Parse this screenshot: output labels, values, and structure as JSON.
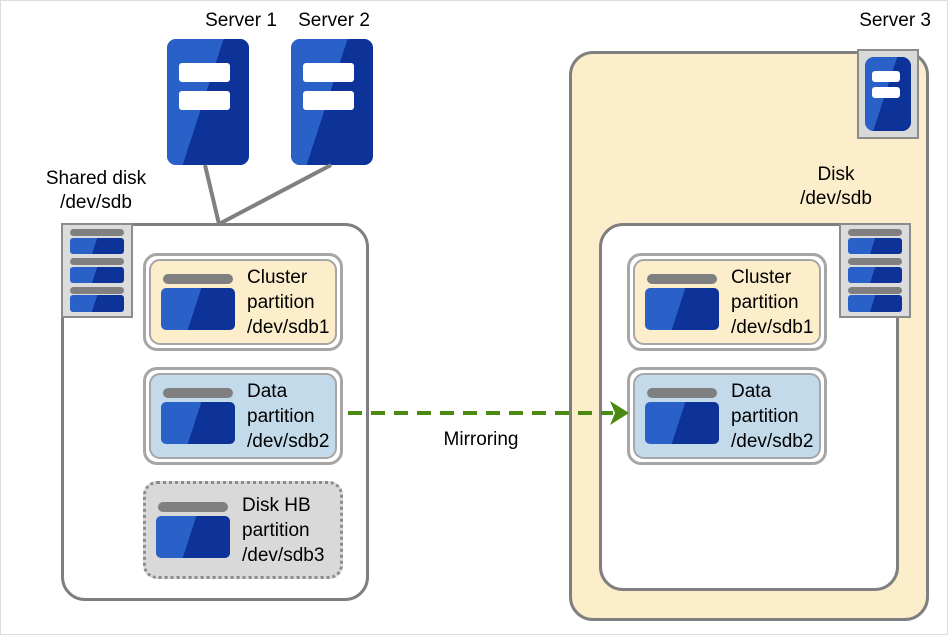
{
  "diagram": {
    "title_labels": {
      "server1": "Server 1",
      "server2": "Server 2",
      "server3": "Server 3"
    },
    "left_disk_label": {
      "line1": "Shared disk",
      "line2": "/dev/sdb"
    },
    "right_disk_label": {
      "line1": "Disk",
      "line2": "/dev/sdb"
    },
    "mirroring_label": "Mirroring",
    "left_partitions": [
      {
        "name": "cluster-partition",
        "line1": "Cluster",
        "line2": "partition",
        "line3": "/dev/sdb1",
        "style": "cream"
      },
      {
        "name": "data-partition",
        "line1": "Data",
        "line2": "partition",
        "line3": "/dev/sdb2",
        "style": "blue"
      },
      {
        "name": "disk-hb-partition",
        "line1": "Disk HB",
        "line2": "partition",
        "line3": "/dev/sdb3",
        "style": "dotted"
      }
    ],
    "right_partitions": [
      {
        "name": "cluster-partition",
        "line1": "Cluster",
        "line2": "partition",
        "line3": "/dev/sdb1",
        "style": "cream"
      },
      {
        "name": "data-partition",
        "line1": "Data",
        "line2": "partition",
        "line3": "/dev/sdb2",
        "style": "blue"
      }
    ],
    "colors": {
      "cream_fill": "#fdeecb",
      "blue_fill": "#c3daea",
      "gray_fill": "#d9d9d9",
      "border_gray": "#7f7f7f",
      "partition_border": "#a6a6a6",
      "disk_light_blue": "#2a61c8",
      "disk_dark_blue": "#0d3399",
      "arrow_green": "#4a8a10",
      "connector_gray": "#808080",
      "page_border": "#dcdcdc"
    },
    "icons": {
      "server": "server-tower-icon",
      "disk_stack": "disk-stack-icon",
      "disk": "disk-icon",
      "arrow": "arrow-right-icon"
    }
  }
}
